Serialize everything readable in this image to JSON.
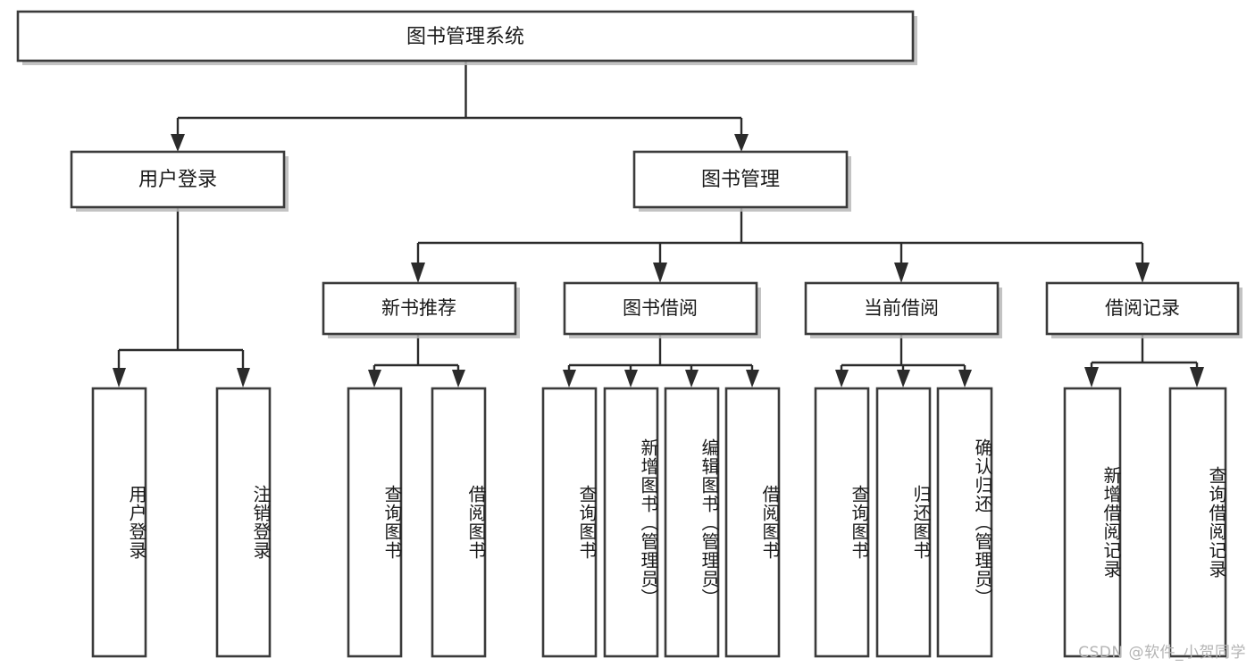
{
  "diagram": {
    "type": "tree",
    "title": "图书管理系统",
    "watermark": "CSDN @软件_小贺同学",
    "colors": {
      "box_stroke": "#3b3b3b",
      "box_fill": "#ffffff",
      "connector": "#2b2b2b",
      "shadow": "#b9b9b9",
      "text": "#1a1a1a",
      "watermark": "#b4b4b4"
    },
    "root": {
      "label": "图书管理系统"
    },
    "level2": [
      {
        "label": "用户登录"
      },
      {
        "label": "图书管理"
      }
    ],
    "level3": [
      {
        "label": "新书推荐"
      },
      {
        "label": "图书借阅"
      },
      {
        "label": "当前借阅"
      },
      {
        "label": "借阅记录"
      }
    ],
    "leaves": {
      "user_login": [
        {
          "label": "用户登录"
        },
        {
          "label": "注销登录"
        }
      ],
      "new_book": [
        {
          "label": "查询图书"
        },
        {
          "label": "借阅图书"
        }
      ],
      "book_borrow": [
        {
          "label": "查询图书"
        },
        {
          "label": "新增图书（管理员）"
        },
        {
          "label": "编辑图书（管理员）"
        },
        {
          "label": "借阅图书"
        }
      ],
      "current_borrow": [
        {
          "label": "查询图书"
        },
        {
          "label": "归还图书"
        },
        {
          "label": "确认归还（管理员）"
        }
      ],
      "borrow_record": [
        {
          "label": "新增借阅记录"
        },
        {
          "label": "查询借阅记录"
        }
      ]
    }
  }
}
